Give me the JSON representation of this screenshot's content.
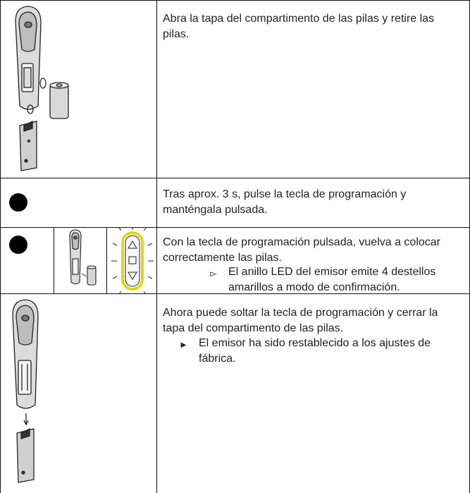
{
  "steps": [
    {
      "text": "Abra la tapa del compartimento de las pilas y retire las pilas."
    },
    {
      "text": "Tras aprox. 3 s, pulse la tecla de programación y manténgala pulsada."
    },
    {
      "text": "Con la tecla de programación pulsada, vuelva a colocar correctamente las pilas.",
      "result": "El anillo LED del emisor emite 4 destellos amarillos a modo de confirmación.",
      "result_marker": "▻"
    },
    {
      "text": "Ahora puede soltar la tecla de programación y cerrar la tapa del compartimento de las pilas.",
      "result": "El emisor ha sido restablecido a los ajustes de fábrica.",
      "result_marker": "►"
    }
  ],
  "colors": {
    "led_ring": "#e6d21a",
    "border": "#111111"
  }
}
